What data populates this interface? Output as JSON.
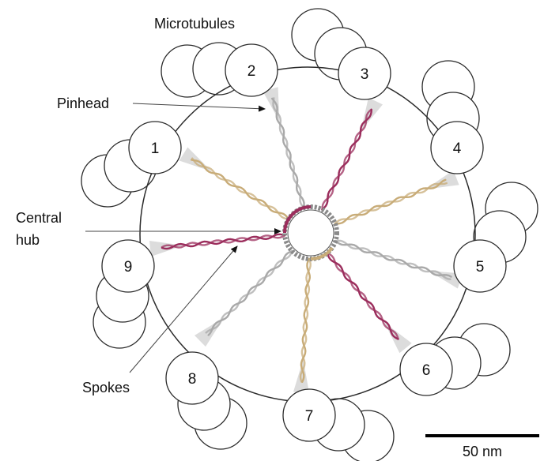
{
  "labels": {
    "microtubules": "Microtubules",
    "pinhead": "Pinhead",
    "central": "Central",
    "hub": "hub",
    "spokes": "Spokes"
  },
  "scale_bar": {
    "text": "50 nm"
  },
  "blades": [
    "1",
    "2",
    "3",
    "4",
    "5",
    "6",
    "7",
    "8",
    "9"
  ],
  "colors": {
    "stroke": "#2b2b2b",
    "spoke_tan": "#c8ac78",
    "spoke_gray": "#a9a9a9",
    "spoke_magenta": "#9b2d5c",
    "pinhead_fill": "#dcdcdc"
  }
}
